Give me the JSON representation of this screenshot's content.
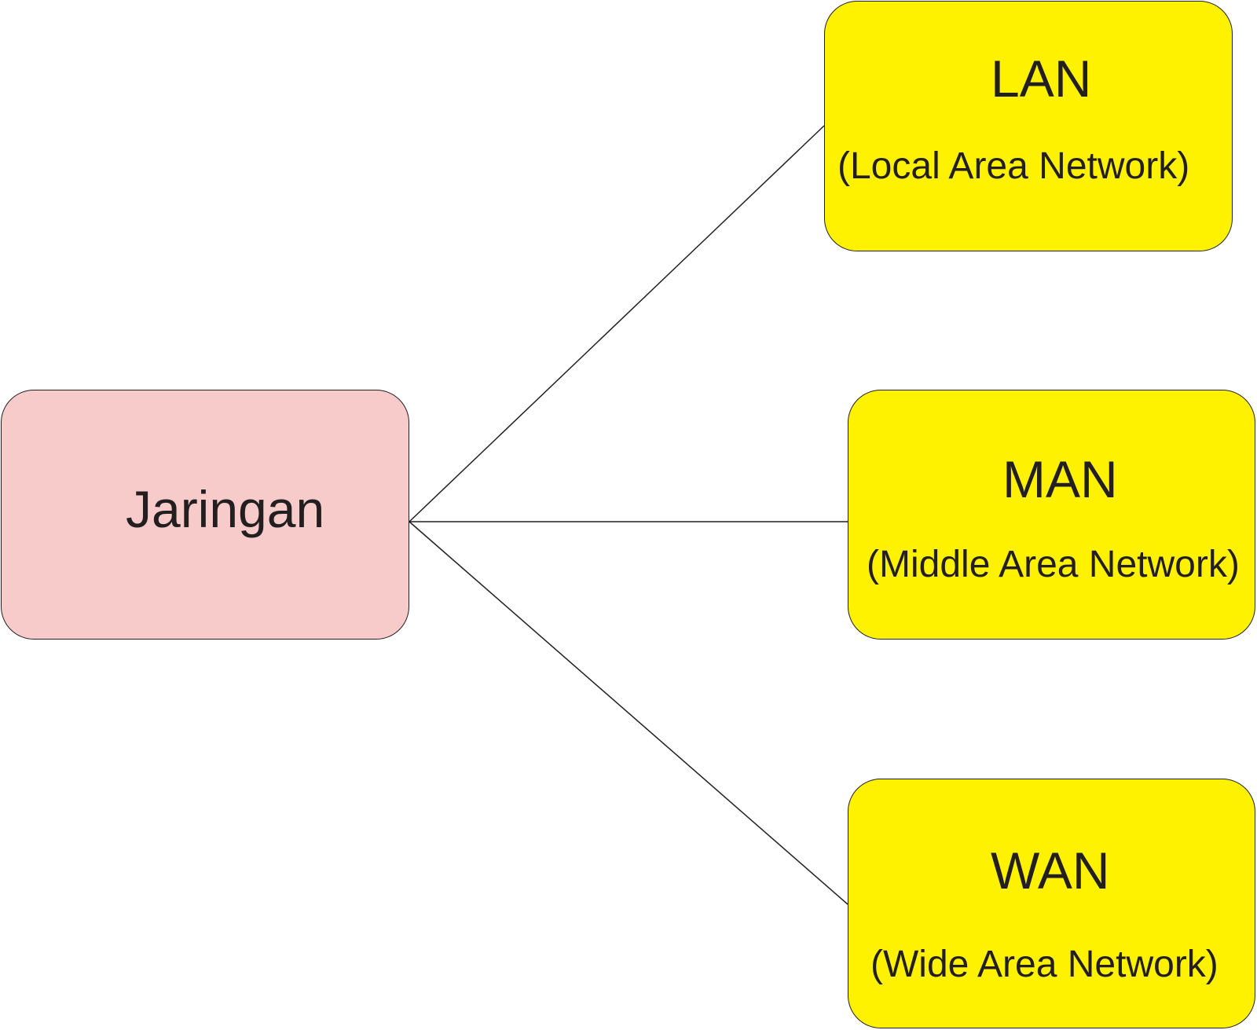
{
  "root": {
    "label": "Jaringan",
    "color": "#f8cbcb"
  },
  "branches": [
    {
      "id": "lan",
      "abbr": "LAN",
      "full": "(Local Area Network)",
      "color": "#fff200"
    },
    {
      "id": "man",
      "abbr": "MAN",
      "full": "(Middle Area Network)",
      "color": "#fff200"
    },
    {
      "id": "wan",
      "abbr": "WAN",
      "full": "(Wide Area Network)",
      "color": "#fff200"
    }
  ],
  "line_color": "#231f20"
}
